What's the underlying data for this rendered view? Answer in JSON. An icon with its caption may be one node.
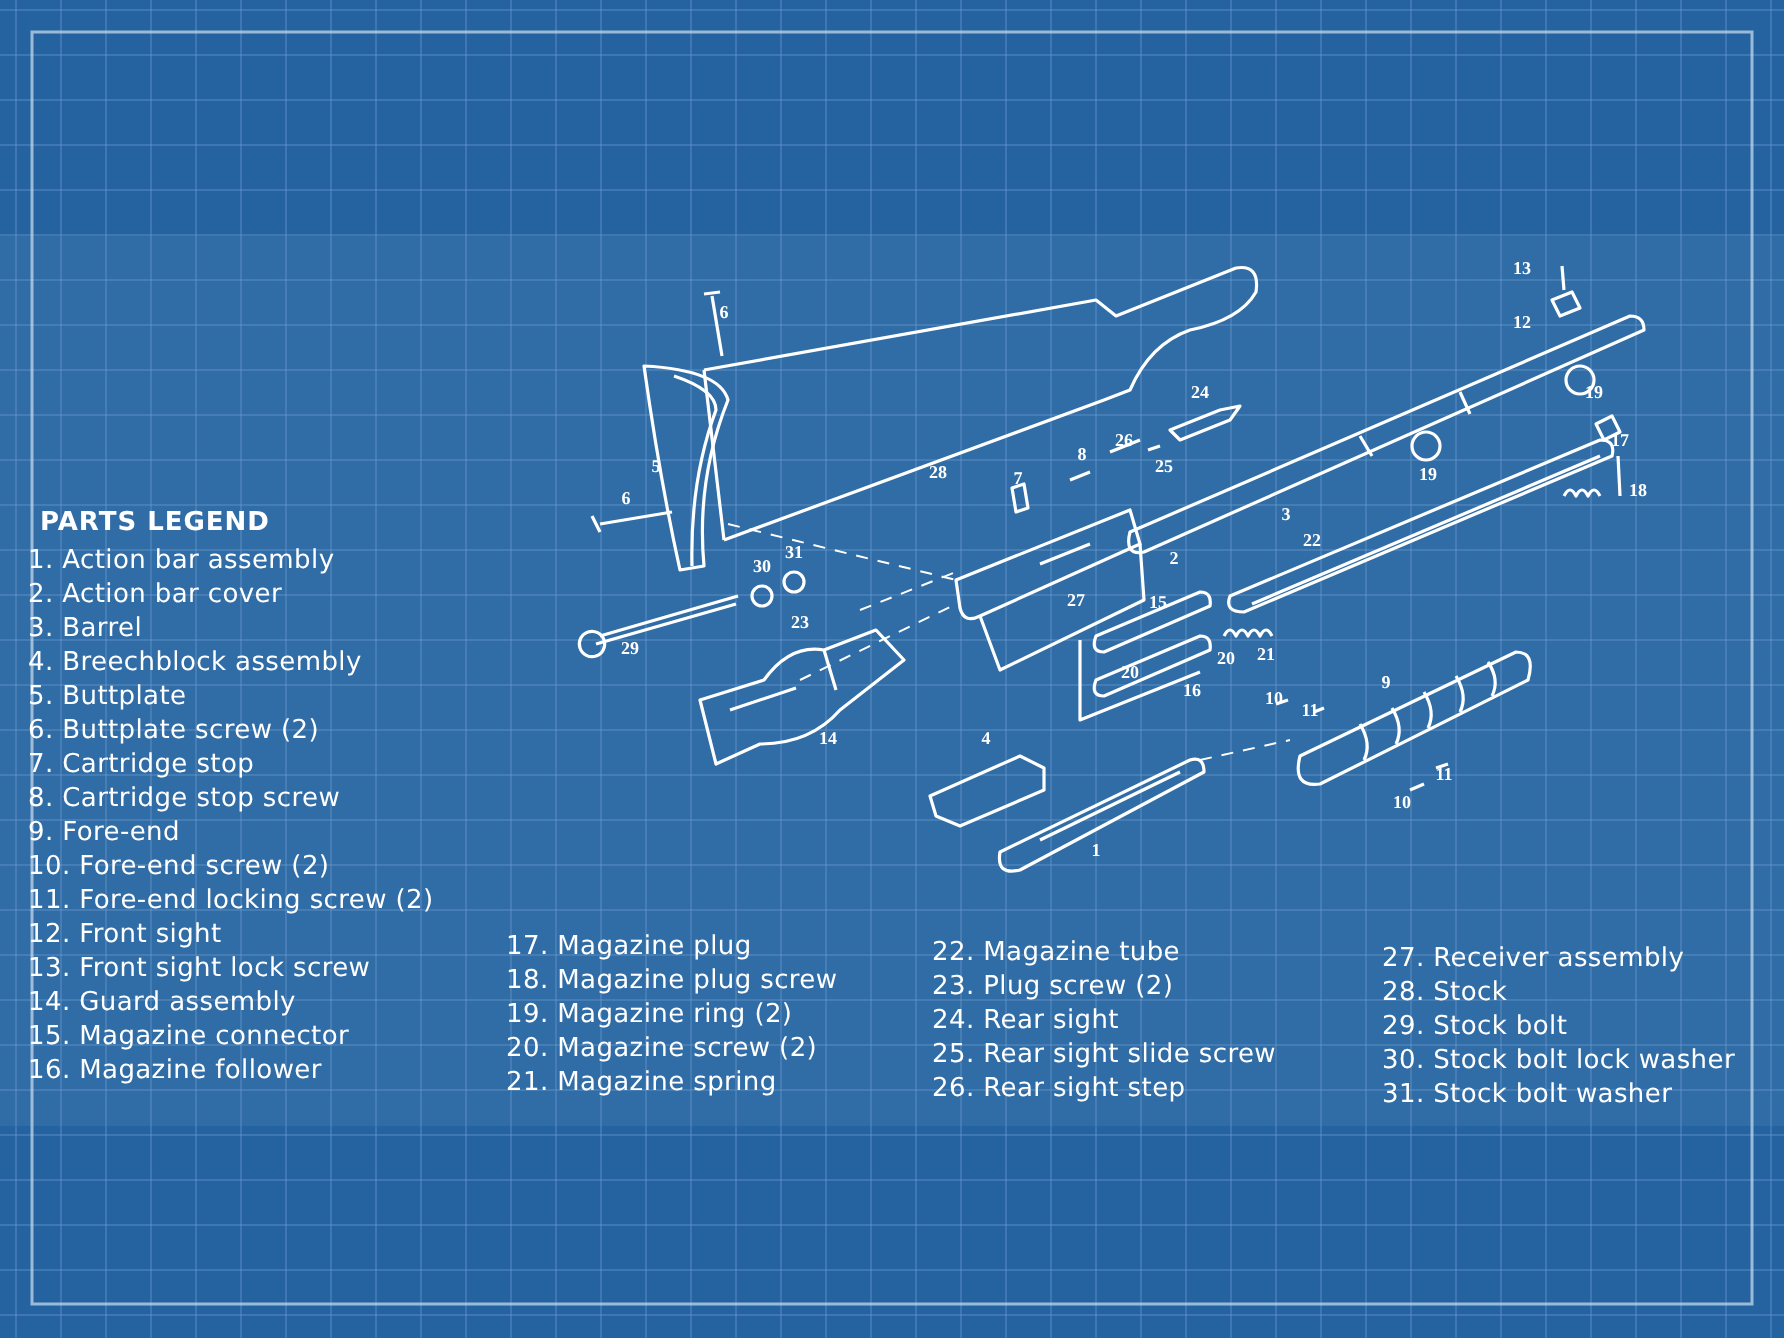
{
  "diagram": {
    "title": "PARTS LEGEND",
    "labels": [
      "13",
      "6",
      "12",
      "19",
      "24",
      "17",
      "26",
      "25",
      "5",
      "28",
      "8",
      "19",
      "7",
      "3",
      "18",
      "6",
      "22",
      "31",
      "2",
      "30",
      "27",
      "15",
      "23",
      "20",
      "29",
      "21",
      "20",
      "9",
      "16",
      "10",
      "11",
      "14",
      "4",
      "11",
      "10",
      "1",
      "1. Action bar assembly",
      "2. Action bar cover",
      "3. Barrel",
      "4. Breechblock assembly",
      "5. Buttplate",
      "6. Buttplate screw (2)",
      "7. Cartridge stop",
      "8. Cartridge stop screw",
      "9. Fore-end",
      "10. Fore-end screw (2)",
      "11. Fore-end locking screw (2)",
      "12. Front sight",
      "13. Front sight lock screw",
      "14. Guard assembly",
      "15. Magazine connector",
      "16. Magazine follower",
      "17. Magazine plug",
      "18. Magazine plug screw",
      "19. Magazine ring (2)",
      "20. Magazine screw (2)",
      "21. Magazine spring",
      "22. Magazine tube",
      "23. Plug screw (2)",
      "24. Rear sight",
      "25. Rear sight slide screw",
      "26. Rear sight step",
      "27. Receiver assembly",
      "28. Stock",
      "29. Stock bolt",
      "30. Stock bolt lock washer",
      "31. Stock bolt washer"
    ]
  }
}
